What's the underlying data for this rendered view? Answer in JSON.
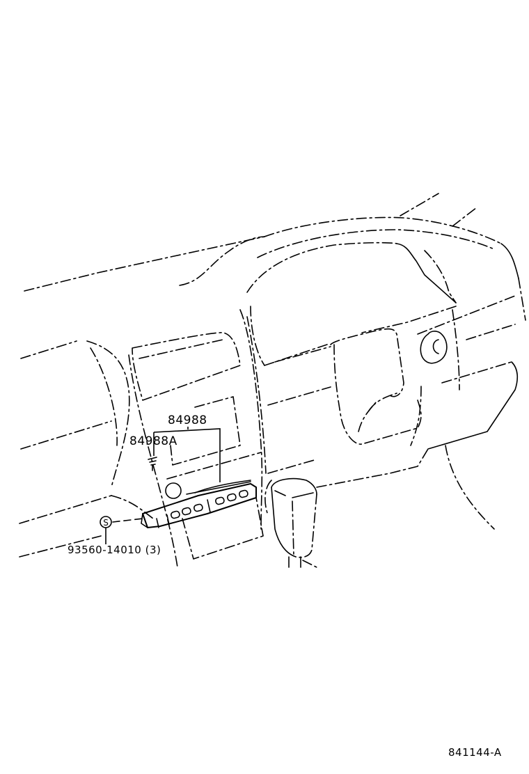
{
  "diagram": {
    "type": "parts-exploded-view",
    "subject": "Instrument panel switch assembly",
    "labels": [
      {
        "id": "part-84988",
        "text": "84988"
      },
      {
        "id": "part-84988A",
        "text": "84988A"
      },
      {
        "id": "part-93560-14010",
        "text": "93560-14010 (3)"
      }
    ],
    "callouts": {
      "screw_symbol": "S"
    },
    "figure_id": "841144-A"
  }
}
